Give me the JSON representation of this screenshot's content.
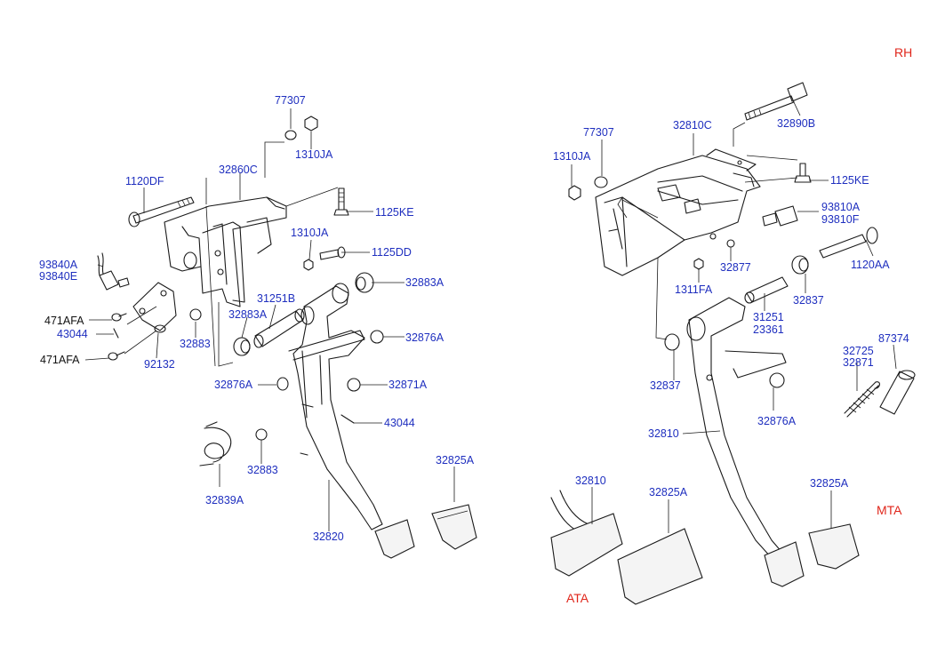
{
  "side_label": "RH",
  "variant_labels": {
    "mta": "MTA",
    "ata": "ATA"
  },
  "left_assembly": {
    "labels": [
      {
        "id": "l77307",
        "text": "77307"
      },
      {
        "id": "l1310ja_a",
        "text": "1310JA"
      },
      {
        "id": "l1120df",
        "text": "1120DF"
      },
      {
        "id": "l32860c",
        "text": "32860C"
      },
      {
        "id": "l1125ke",
        "text": "1125KE"
      },
      {
        "id": "l1310ja_b",
        "text": "1310JA"
      },
      {
        "id": "l1125dd",
        "text": "1125DD"
      },
      {
        "id": "l93840a",
        "text": "93840A"
      },
      {
        "id": "l93840e",
        "text": "93840E"
      },
      {
        "id": "l32883a_a",
        "text": "32883A"
      },
      {
        "id": "l31251b",
        "text": "31251B"
      },
      {
        "id": "l32883a_b",
        "text": "32883A"
      },
      {
        "id": "l471afa_a",
        "text": "471AFA"
      },
      {
        "id": "l43044_a",
        "text": "43044"
      },
      {
        "id": "l32883_a",
        "text": "32883"
      },
      {
        "id": "l32876a_a",
        "text": "32876A"
      },
      {
        "id": "l471afa_b",
        "text": "471AFA"
      },
      {
        "id": "l92132",
        "text": "92132"
      },
      {
        "id": "l32876a_b",
        "text": "32876A"
      },
      {
        "id": "l32871a",
        "text": "32871A"
      },
      {
        "id": "l43044_b",
        "text": "43044"
      },
      {
        "id": "l32825a_a",
        "text": "32825A"
      },
      {
        "id": "l32883_b",
        "text": "32883"
      },
      {
        "id": "l32839a",
        "text": "32839A"
      },
      {
        "id": "l32820",
        "text": "32820"
      }
    ]
  },
  "right_assembly": {
    "labels": [
      {
        "id": "r32810c",
        "text": "32810C"
      },
      {
        "id": "r32890b",
        "text": "32890B"
      },
      {
        "id": "r77307",
        "text": "77307"
      },
      {
        "id": "r1310ja",
        "text": "1310JA"
      },
      {
        "id": "r1125ke",
        "text": "1125KE"
      },
      {
        "id": "r93810a",
        "text": "93810A"
      },
      {
        "id": "r93810f",
        "text": "93810F"
      },
      {
        "id": "r32877",
        "text": "32877"
      },
      {
        "id": "r1120aa",
        "text": "1120AA"
      },
      {
        "id": "r1311fa",
        "text": "1311FA"
      },
      {
        "id": "r32837_a",
        "text": "32837"
      },
      {
        "id": "r31251",
        "text": "31251"
      },
      {
        "id": "r23361",
        "text": "23361"
      },
      {
        "id": "r87374",
        "text": "87374"
      },
      {
        "id": "r32725",
        "text": "32725"
      },
      {
        "id": "r32871",
        "text": "32871"
      },
      {
        "id": "r32837_b",
        "text": "32837"
      },
      {
        "id": "r32876a",
        "text": "32876A"
      },
      {
        "id": "r32810_a",
        "text": "32810"
      },
      {
        "id": "r32810_b",
        "text": "32810"
      },
      {
        "id": "r32825a_a",
        "text": "32825A"
      },
      {
        "id": "r32825a_b",
        "text": "32825A"
      }
    ]
  },
  "colors": {
    "part_number": "#1f2fbf",
    "variant": "#e0261b",
    "fastener_code": "#111111",
    "line": "#1a1a1a"
  }
}
